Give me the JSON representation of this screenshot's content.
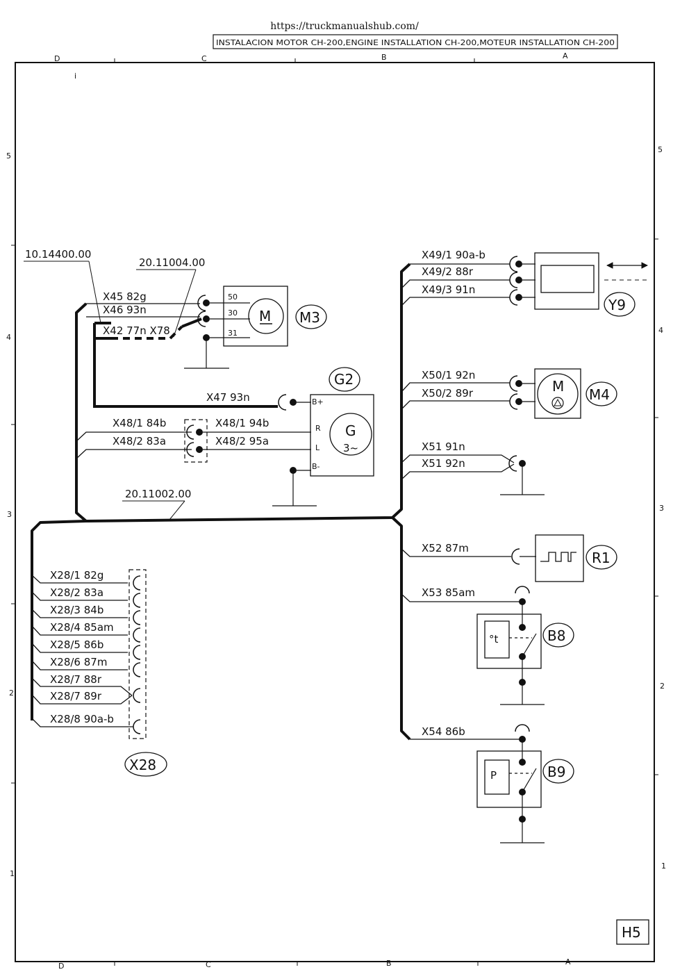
{
  "url": "https://truckmanualshub.com/",
  "title": "INSTALACION MOTOR CH-200,ENGINE INSTALLATION CH-200,MOTEUR INSTALLATION CH-200",
  "sheet_id": "H5",
  "grid": {
    "columns": [
      "D",
      "C",
      "B",
      "A"
    ],
    "rows": [
      "5",
      "4",
      "3",
      "2",
      "1"
    ],
    "stray_mark": "i"
  },
  "harness_refs": {
    "main": "10.14400.00",
    "m3_branch": "20.11004.00",
    "trunk": "20.11002.00"
  },
  "components": {
    "m3": {
      "label": "M3",
      "symbol": "M",
      "terminals": [
        "50",
        "30",
        "31"
      ]
    },
    "g2": {
      "label": "G2",
      "symbol": "G",
      "phase": "3~",
      "terminals": [
        "B+",
        "R",
        "L",
        "B-"
      ]
    },
    "y9": {
      "label": "Y9"
    },
    "m4": {
      "label": "M4",
      "symbol": "M"
    },
    "r1": {
      "label": "R1"
    },
    "b8": {
      "label": "B8",
      "symbol": "°t"
    },
    "b9": {
      "label": "B9",
      "symbol": "P"
    },
    "x28": {
      "label": "X28"
    }
  },
  "wires": {
    "x45": "X45 82g",
    "x46": "X46 93n",
    "x42": "X42 77n X78",
    "x47": "X47 93n",
    "x48_1a": "X48/1 84b",
    "x48_2a": "X48/2 83a",
    "x48_1b": "X48/1 94b",
    "x48_2b": "X48/2 95a",
    "x49_1": "X49/1 90a-b",
    "x49_2": "X49/2 88r",
    "x49_3": "X49/3 91n",
    "x50_1": "X50/1 92n",
    "x50_2": "X50/2 89r",
    "x51_1": "X51 91n",
    "x51_2": "X51 92n",
    "x52": "X52 87m",
    "x53": "X53 85am",
    "x54": "X54 86b"
  },
  "x28_pins": [
    "X28/1 82g",
    "X28/2 83a",
    "X28/3 84b",
    "X28/4 85am",
    "X28/5 86b",
    "X28/6 87m",
    "X28/7 88r",
    "X28/7 89r",
    "X28/8 90a-b"
  ]
}
